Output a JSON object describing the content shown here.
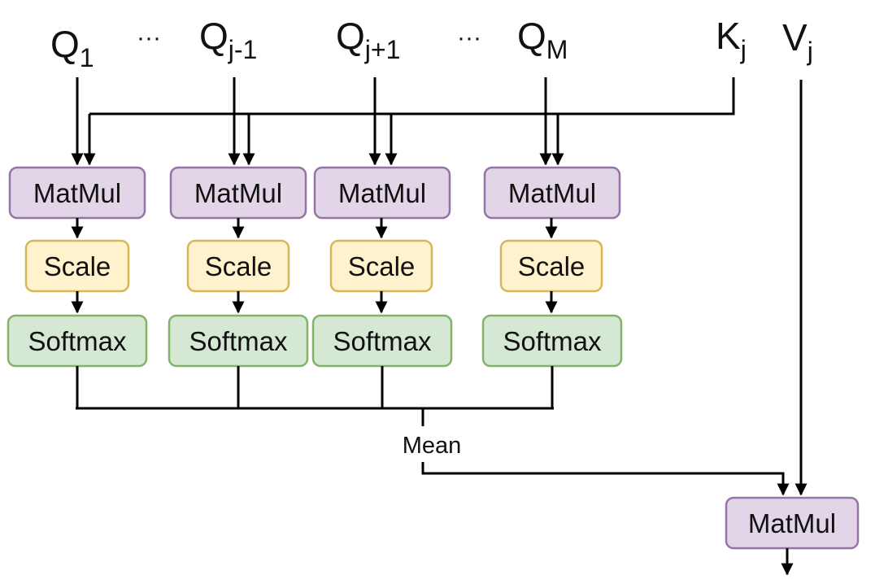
{
  "inputs": {
    "q1": {
      "main": "Q",
      "sub": "1"
    },
    "ellipsis_left": "···",
    "qj_minus_1": {
      "main": "Q",
      "sub": "j-1"
    },
    "qj_plus_1": {
      "main": "Q",
      "sub": "j+1"
    },
    "ellipsis_right": "···",
    "qm": {
      "main": "Q",
      "sub": "M"
    },
    "kj": {
      "main": "K",
      "sub": "j"
    },
    "vj": {
      "main": "V",
      "sub": "j"
    }
  },
  "nodes": {
    "matmul": "MatMul",
    "scale": "Scale",
    "softmax": "Softmax",
    "mean": "Mean",
    "final_matmul": "MatMul"
  },
  "colors": {
    "matmul_fill": "#e1d5e7",
    "matmul_stroke": "#9673a6",
    "scale_fill": "#fff2cc",
    "scale_stroke": "#d6b656",
    "softmax_fill": "#d5e8d4",
    "softmax_stroke": "#82b366"
  }
}
